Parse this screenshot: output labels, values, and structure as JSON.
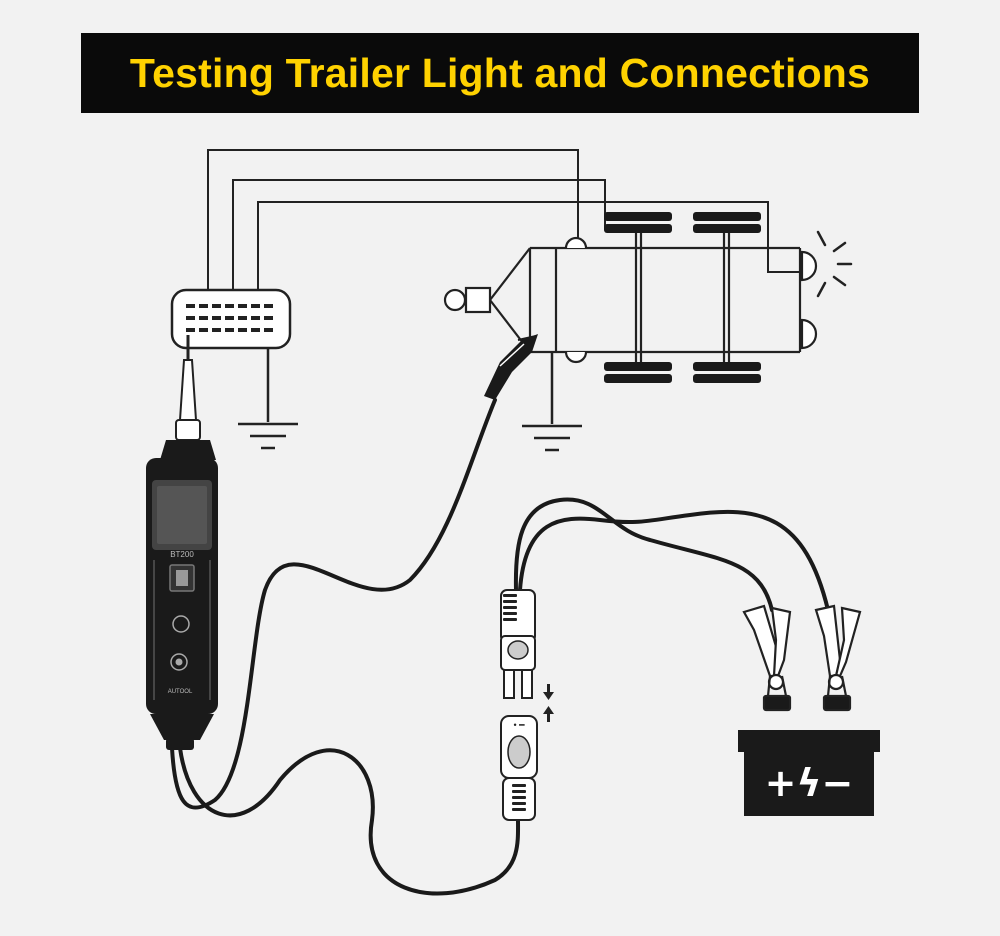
{
  "header": {
    "title": "Testing Trailer Light and Connections"
  },
  "tester": {
    "model_label": "BT200",
    "brand_label": "AUTOOL"
  },
  "battery": {
    "symbol": "+ϟ−"
  },
  "colors": {
    "banner_bg": "#0a0a0a",
    "title_color": "#ffd200",
    "background": "#f2f2f2",
    "line": "#222222",
    "device": "#1a1a1a"
  },
  "icons": [
    "plug-connector-icon",
    "ground-symbol-icon",
    "trailer-icon",
    "tail-light-icon",
    "probe-tester-icon",
    "alligator-clip-icon",
    "quick-connect-plug-icon",
    "battery-clamp-icon",
    "battery-icon",
    "arrow-down-icon",
    "arrow-up-icon"
  ]
}
